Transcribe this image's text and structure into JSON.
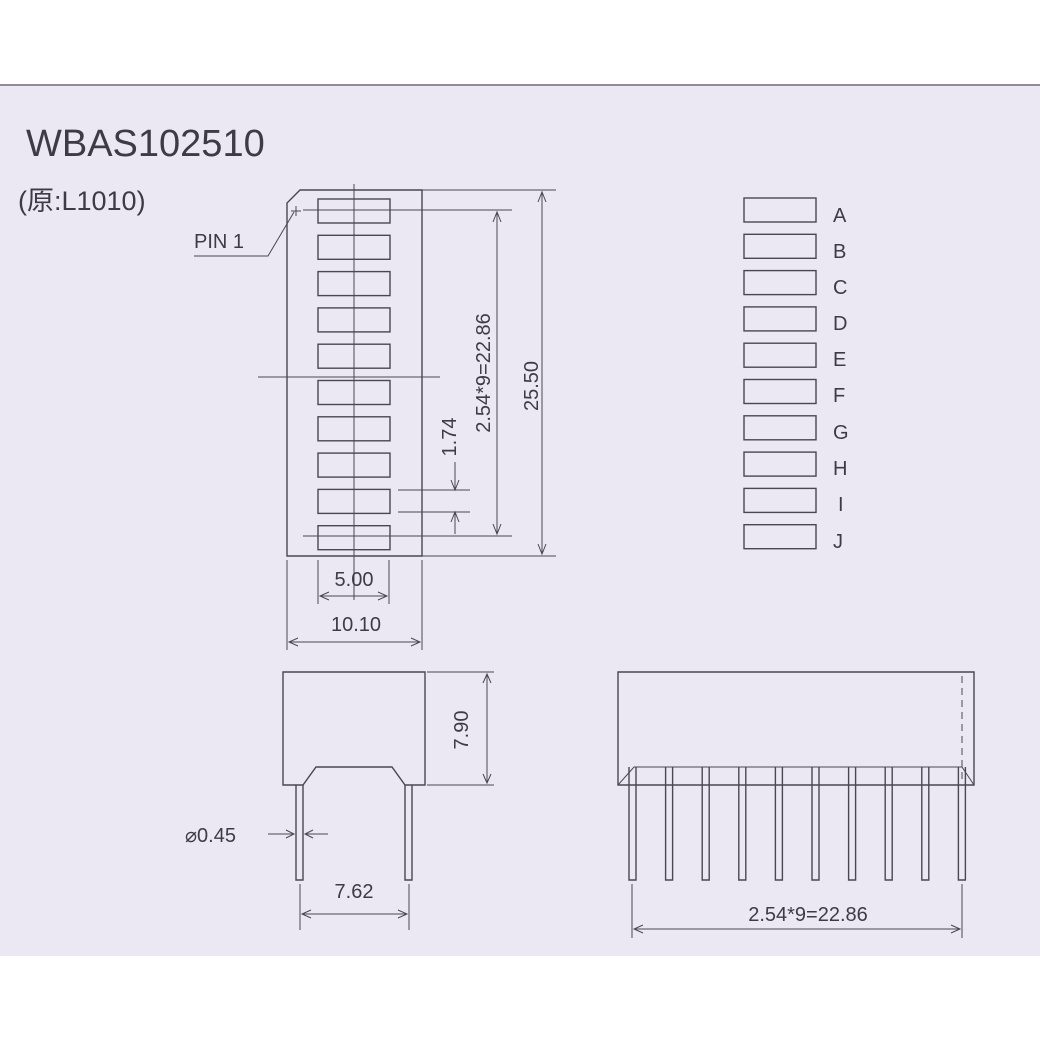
{
  "title": "WBAS102510",
  "subtitle": "(原:L1010)",
  "pin_label": "PIN 1",
  "dimensions": {
    "inner_width": "5.00",
    "outer_width": "10.10",
    "pitch_span": "2.54*9=22.86",
    "total_height": "25.50",
    "segment_gap": "1.74",
    "side_height": "7.90",
    "lead_diameter": "⌀0.45",
    "lead_spacing": "7.62",
    "bottom_span": "2.54*9=22.86"
  },
  "segments": [
    "A",
    "B",
    "C",
    "D",
    "E",
    "F",
    "G",
    "H",
    "I",
    "J"
  ],
  "segment_count": 10,
  "lead_count": 10
}
